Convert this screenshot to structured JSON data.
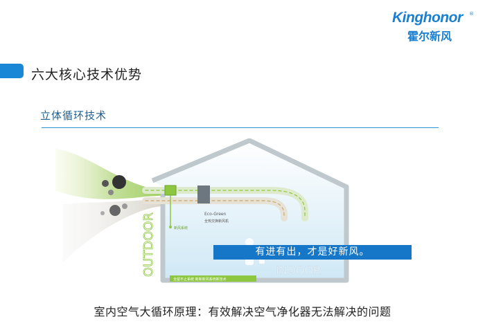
{
  "brand": {
    "name_en": "Kinghonor",
    "name_cn": "霍尔新风",
    "registered_mark": "®"
  },
  "header": {
    "section_title": "六大核心技术优势"
  },
  "section": {
    "subtitle": "立体循环技术"
  },
  "diagram": {
    "label_outdoor": "OUTDOOR",
    "label_indoor": "INDOOR",
    "unit_label_en": "Eco-Green",
    "unit_label_cn": "全热交换新风机",
    "fresh_air_label": "新风系统",
    "footer_strip": "全屋不止系统  新新新风系统新技术"
  },
  "banner": {
    "text": "有进有出，才是好新风。"
  },
  "caption": {
    "text": "室内空气大循环原理：有效解决空气净化器无法解决的问题"
  },
  "colors": {
    "accent": "#1a86d6",
    "green": "#8dc63f",
    "house": "#bfc8cc",
    "sky": "#d8eef8"
  }
}
